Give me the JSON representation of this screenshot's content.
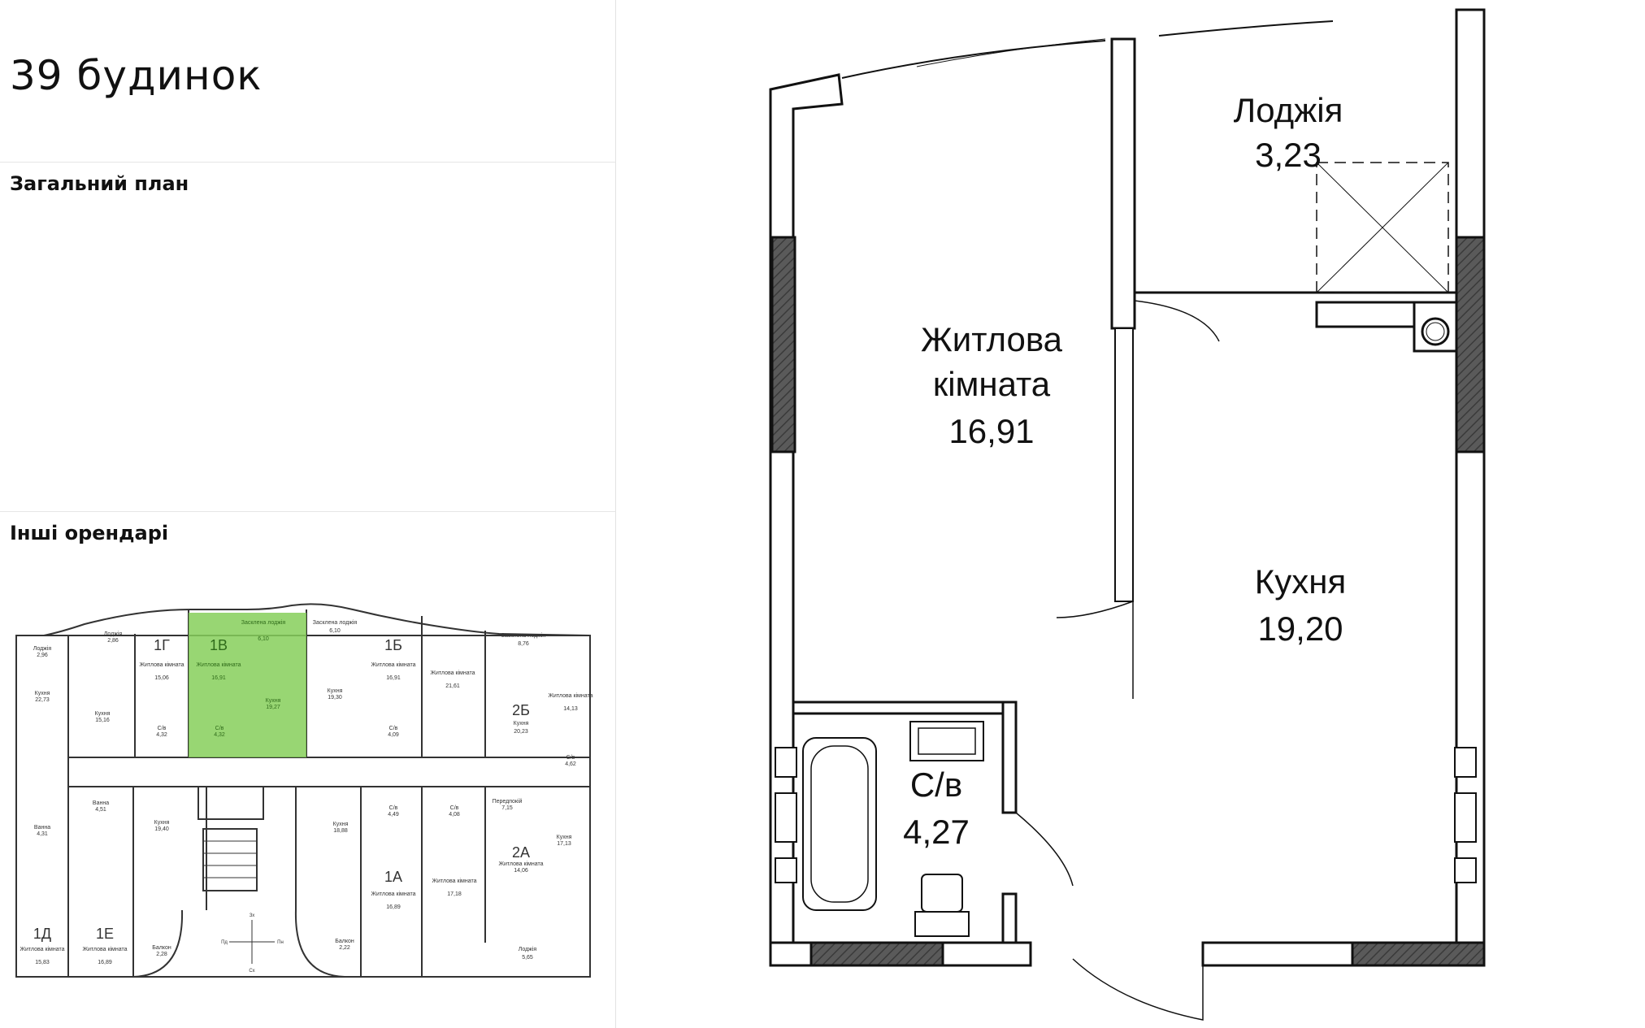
{
  "header": {
    "title": "39 будинок"
  },
  "sections": {
    "general_plan": "Загальний план",
    "other_tenants": "Інші орендарі"
  },
  "floor_plan": {
    "units": [
      {
        "id": "1Д",
        "rooms": [
          {
            "name": "Лоджія",
            "area": "2,96"
          },
          {
            "name": "Кухня",
            "area": "22,73"
          },
          {
            "name": "Ванна",
            "area": "4,31"
          },
          {
            "name": "Житлова кімната",
            "area": "15,83"
          }
        ]
      },
      {
        "id": "1Г",
        "rooms": [
          {
            "name": "Лоджія",
            "area": "2,86"
          },
          {
            "name": "Житлова кімната",
            "area": "15,06"
          },
          {
            "name": "Кухня",
            "area": "15,16"
          },
          {
            "name": "С/в",
            "area": "4,32"
          }
        ]
      },
      {
        "id": "1В",
        "highlighted": true,
        "rooms": [
          {
            "name": "Засклена лоджія",
            "area": "6,10"
          },
          {
            "name": "Житлова кімната",
            "area": "16,91"
          },
          {
            "name": "Кухня",
            "area": "19,27"
          },
          {
            "name": "С/в",
            "area": "4,32"
          }
        ]
      },
      {
        "id": "1Б",
        "rooms": [
          {
            "name": "Засклена лоджія",
            "area": "6,10"
          },
          {
            "name": "Житлова кімната",
            "area": "16,91"
          },
          {
            "name": "Кухня",
            "area": "19,30"
          },
          {
            "name": "С/в",
            "area": "4,09"
          }
        ]
      },
      {
        "id": "2Б",
        "rooms": [
          {
            "name": "Засклена лоджія",
            "area": "8,76"
          },
          {
            "name": "Житлова кімната",
            "area": "21,61"
          },
          {
            "name": "Кухня",
            "area": "20,23"
          },
          {
            "name": "Житлова кімната",
            "area": "14,13"
          },
          {
            "name": "С/в",
            "area": "4,62"
          }
        ]
      },
      {
        "id": "1Е",
        "rooms": [
          {
            "name": "Ванна",
            "area": "4,51"
          },
          {
            "name": "Кухня",
            "area": "19,40"
          },
          {
            "name": "Житлова кімната",
            "area": "16,89"
          },
          {
            "name": "Балкон",
            "area": "2,28"
          }
        ]
      },
      {
        "id": "1А",
        "rooms": [
          {
            "name": "Кухня",
            "area": "18,88"
          },
          {
            "name": "С/в",
            "area": "4,49"
          },
          {
            "name": "Житлова кімната",
            "area": "16,89"
          },
          {
            "name": "Балкон",
            "area": "2,22"
          }
        ]
      },
      {
        "id": "2А",
        "rooms": [
          {
            "name": "С/в",
            "area": "4,08"
          },
          {
            "name": "Передпокій",
            "area": "7,15"
          },
          {
            "name": "Житлова кімната",
            "area": "17,18"
          },
          {
            "name": "Житлова кімната",
            "area": "14,06"
          },
          {
            "name": "Кухня",
            "area": "17,13"
          },
          {
            "name": "Лоджія",
            "area": "5,65"
          }
        ]
      }
    ],
    "compass": {
      "n": "Зх",
      "s": "Сх",
      "w": "Пд",
      "e": "Пн"
    },
    "highlight_color": "#86cf5a"
  },
  "apartment": {
    "rooms": {
      "loggia": {
        "name": "Лоджія",
        "area": "3,23"
      },
      "living_line1": "Житлова",
      "living_line2": "кімната",
      "living_area": "16,91",
      "kitchen": {
        "name": "Кухня",
        "area": "19,20"
      },
      "bathroom": {
        "name": "С/в",
        "area": "4,27"
      }
    }
  }
}
